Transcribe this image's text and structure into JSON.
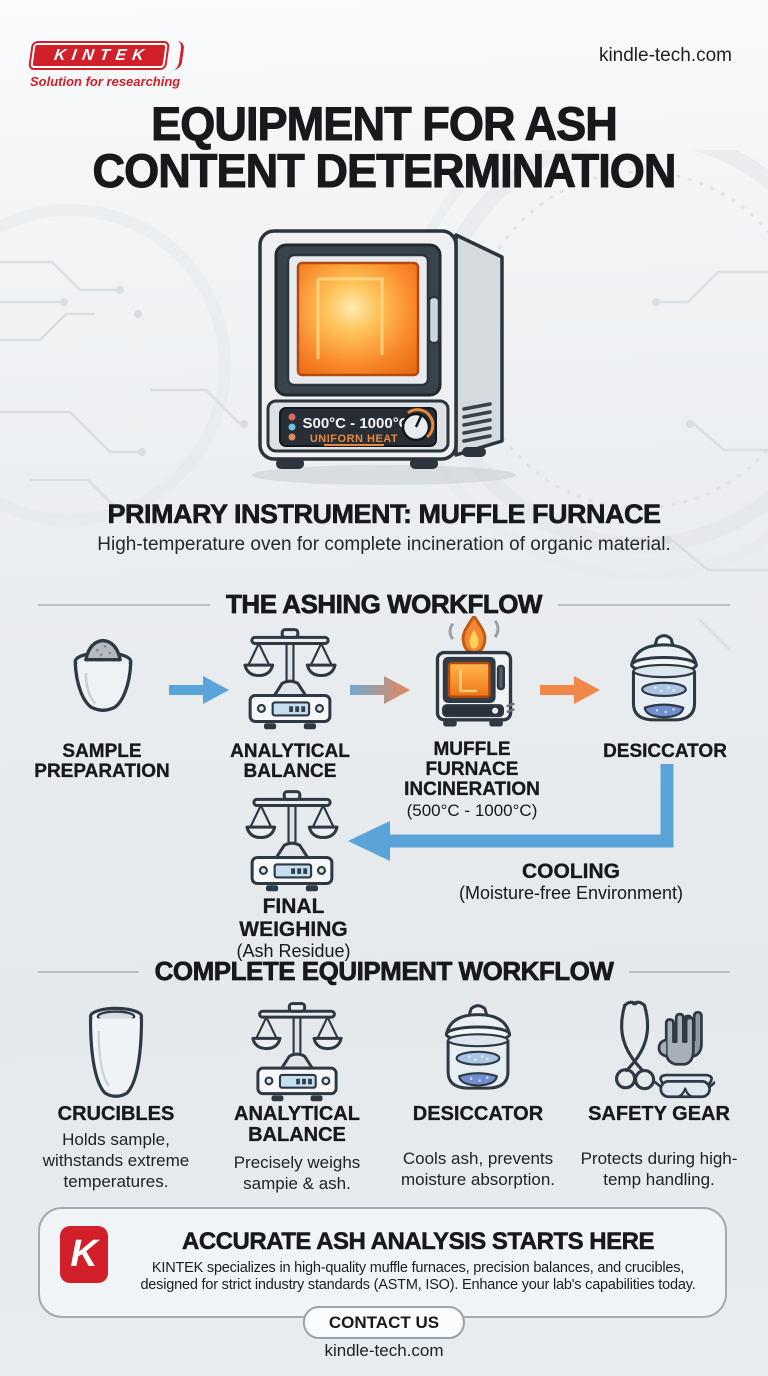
{
  "brand": {
    "logo_text": "KINTEK",
    "logo_tagline": "Solution for researching",
    "website_top": "kindle-tech.com"
  },
  "title": {
    "line1": "EQUIPMENT FOR ASH",
    "line2": "CONTENT DETERMINATION"
  },
  "hero": {
    "display_temp": "S00°C - 1000°C",
    "display_label": "UNIFORN HEAT",
    "caption_title": "PRIMARY INSTRUMENT: MUFFLE FURNACE",
    "caption_subtitle": "High-temperature oven for complete incineration of organic material."
  },
  "ashing": {
    "section_title": "THE ASHING WORKFLOW",
    "steps": [
      {
        "label": "SAMPLE PREPARATION"
      },
      {
        "label": "ANALYTICAL BALANCE"
      },
      {
        "label": "MUFFLE FURNACE INCINERATION",
        "sublabel": "(500°C - 1000°C)"
      },
      {
        "label": "DESICCATOR"
      }
    ],
    "final_weighing": {
      "label": "FINAL WEIGHING",
      "sublabel": "(Ash Residue)"
    },
    "cooling": {
      "label": "COOLING",
      "sublabel": "(Moisture-free Environment)"
    }
  },
  "equipment": {
    "section_title": "COMPLETE EQUIPMENT WORKFLOW",
    "items": [
      {
        "name": "CRUCIBLES",
        "desc": "Holds sample, withstands extreme temperatures."
      },
      {
        "name": "ANALYTICAL BALANCE",
        "desc": "Precisely weighs sampie & ash."
      },
      {
        "name": "DESICCATOR",
        "desc": "Cools ash, prevents moisture absorption."
      },
      {
        "name": "SAFETY GEAR",
        "desc": "Protects during high-temp handling."
      }
    ]
  },
  "cta": {
    "title": "ACCURATE ASH ANALYSIS STARTS HERE",
    "body_line1": "KINTEK specializes in high-quality muffle furnaces, precision balances, and crucibles,",
    "body_line2": "designed for strict industry standards (ASTM, ISO). Enhance your lab's capabilities today.",
    "button_label": "CONTACT US",
    "website": "kindle-tech.com"
  },
  "colors": {
    "brand_red": "#d1202a",
    "arrow_blue": "#5ba4da",
    "arrow_orange": "#f0884a",
    "text_dark": "#17191c"
  }
}
